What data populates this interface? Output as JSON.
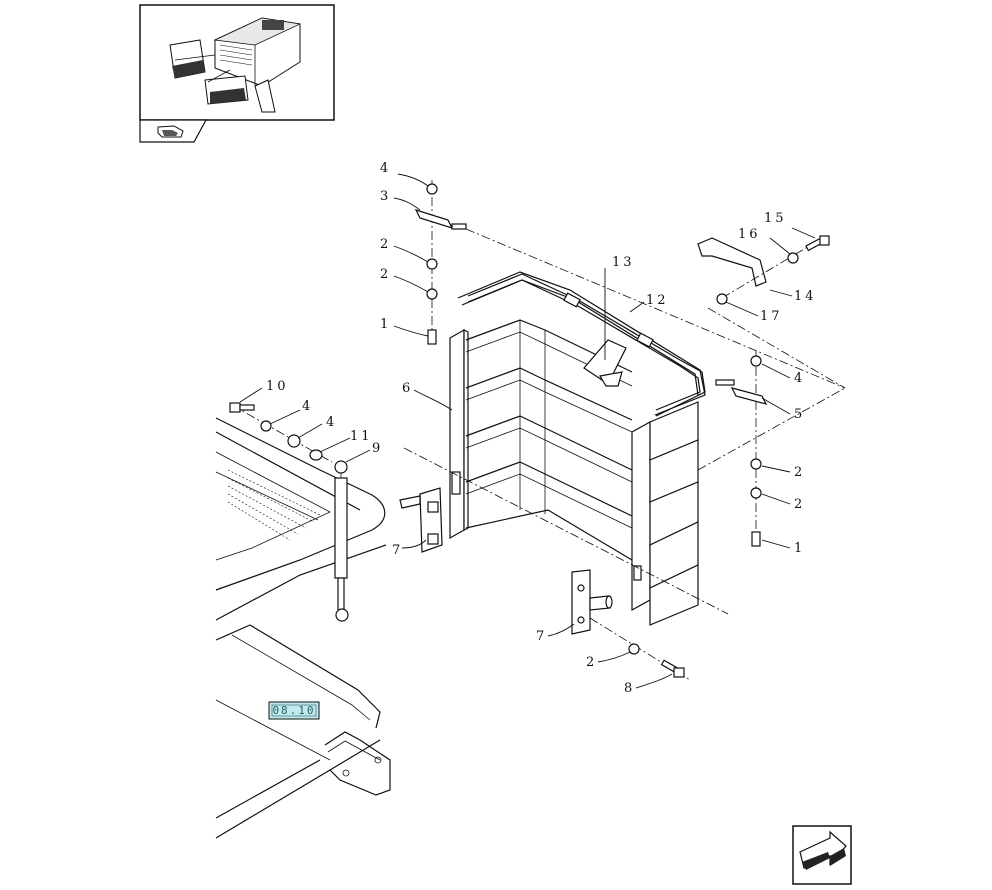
{
  "diagram": {
    "callouts": {
      "c1a": "1",
      "c1b": "1",
      "c2a": "2",
      "c2b": "2",
      "c2c": "2",
      "c2d": "2",
      "c2e": "2",
      "c3": "3",
      "c4a": "4",
      "c4b": "4",
      "c4c": "4",
      "c4d": "4",
      "c5": "5",
      "c6": "6",
      "c7a": "7",
      "c7b": "7",
      "c8": "8",
      "c9": "9",
      "c10": "10",
      "c11": "11",
      "c12": "12",
      "c13": "13",
      "c14": "14",
      "c15": "15",
      "c16": "16",
      "c17": "17"
    },
    "reference_box": "08.10"
  },
  "colors": {
    "line": "#111111",
    "reference_fill": "#bfe9ec",
    "reference_text": "#2b5f69"
  },
  "icons": {
    "thumbnail": "machine-overview-icon",
    "thumbnail_tab": "navigation-hand-icon",
    "next_page": "next-page-arrow-icon"
  }
}
